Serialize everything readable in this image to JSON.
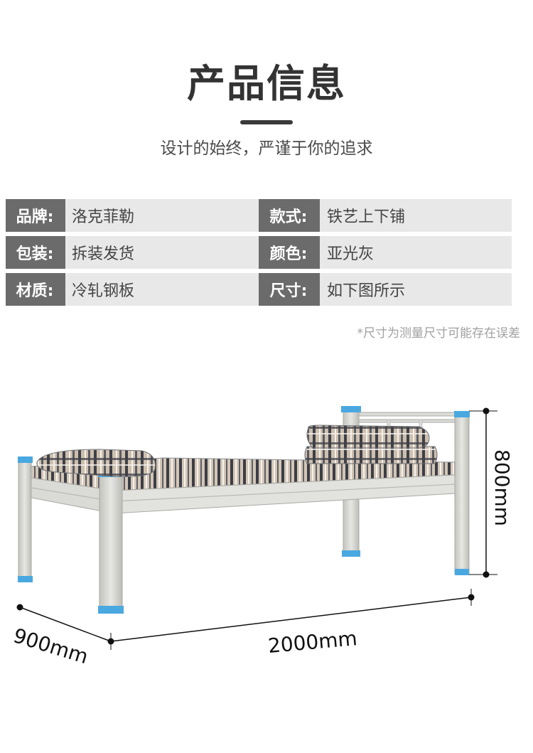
{
  "header": {
    "title": "产品信息",
    "subtitle": "设计的始终，严谨于你的追求"
  },
  "specs": [
    [
      {
        "label": "品牌:",
        "value": "洛克菲勒"
      },
      {
        "label": "款式:",
        "value": "铁艺上下铺"
      }
    ],
    [
      {
        "label": "包装:",
        "value": "拆装发货"
      },
      {
        "label": "颜色:",
        "value": "亚光灰"
      }
    ],
    [
      {
        "label": "材质:",
        "value": "冷轧钢板"
      },
      {
        "label": "尺寸:",
        "value": "如下图所示"
      }
    ]
  ],
  "note": "*尺寸为测量尺寸可能存在误差",
  "dimensions": {
    "height": "800mm",
    "length": "2000mm",
    "width": "900mm"
  },
  "colors": {
    "label_bg": "#6b6b6b",
    "value_bg": "#e8e8e8",
    "frame": "#d6d6d2",
    "cap": "#4aa8e0",
    "plaid_base": "#c9b9a7",
    "plaid_dark": "#3e4048"
  }
}
